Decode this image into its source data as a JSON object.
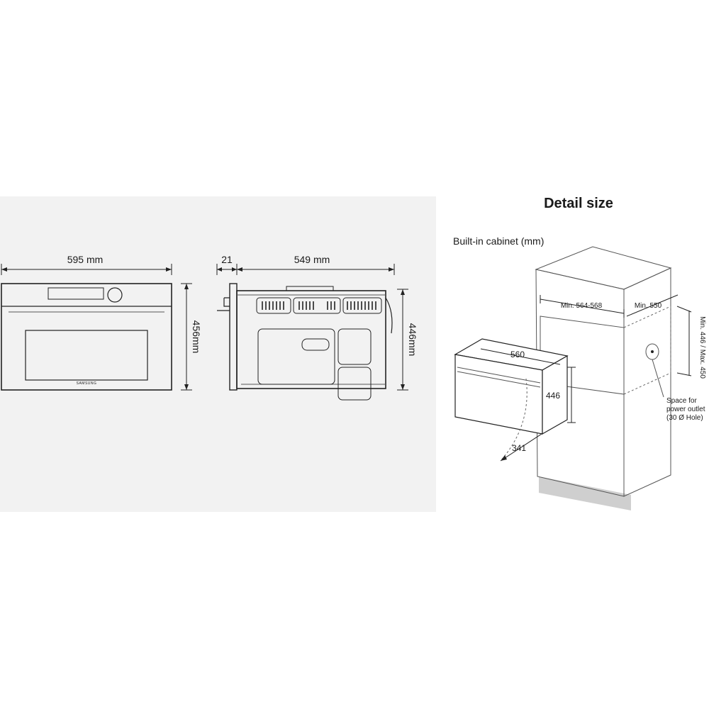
{
  "detail_title": "Detail size",
  "cabinet_label": "Built-in cabinet (mm)",
  "front_view": {
    "width_label": "595 mm",
    "height_label": "456mm",
    "brand": "SAMSUNG"
  },
  "side_view": {
    "door_depth_label": "21",
    "depth_label": "549 mm",
    "height_label": "446mm"
  },
  "cabinet": {
    "width_label": "Min. 564-568",
    "depth_label": "Min. 550",
    "height_label": "Min. 446 / Max. 450",
    "oven_width_label": "560",
    "oven_height_label": "446",
    "door_swing_label": "341",
    "outlet_lines": [
      "Space for",
      "power outlet",
      "(30 Ø Hole)"
    ]
  },
  "colors": {
    "panel_bg": "#f2f2f2",
    "line": "#222222",
    "base_gray": "#cfcfcf"
  }
}
